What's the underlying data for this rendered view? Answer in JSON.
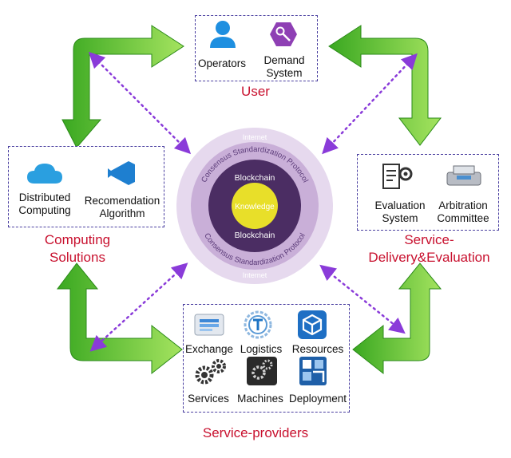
{
  "center": {
    "outer_label": "Internet",
    "ring_label": "Consensus Standardization Protocol",
    "inner_ring_label": "Blockchain",
    "core_label": "Knowledge"
  },
  "user": {
    "title": "User",
    "items": [
      "Operators",
      "Demand\nSystem"
    ]
  },
  "computing": {
    "title": "Computing\nSolutions",
    "items": [
      "Distributed\nComputing",
      "Recomendation\nAlgorithm"
    ]
  },
  "service_delivery": {
    "title": "Service-\nDelivery&Evaluation",
    "items": [
      "Evaluation\nSystem",
      "Arbitration\nCommittee"
    ]
  },
  "providers": {
    "title": "Service-providers",
    "items": [
      "Exchange",
      "Logistics",
      "Resources",
      "Services",
      "Machines",
      "Deployment"
    ]
  }
}
